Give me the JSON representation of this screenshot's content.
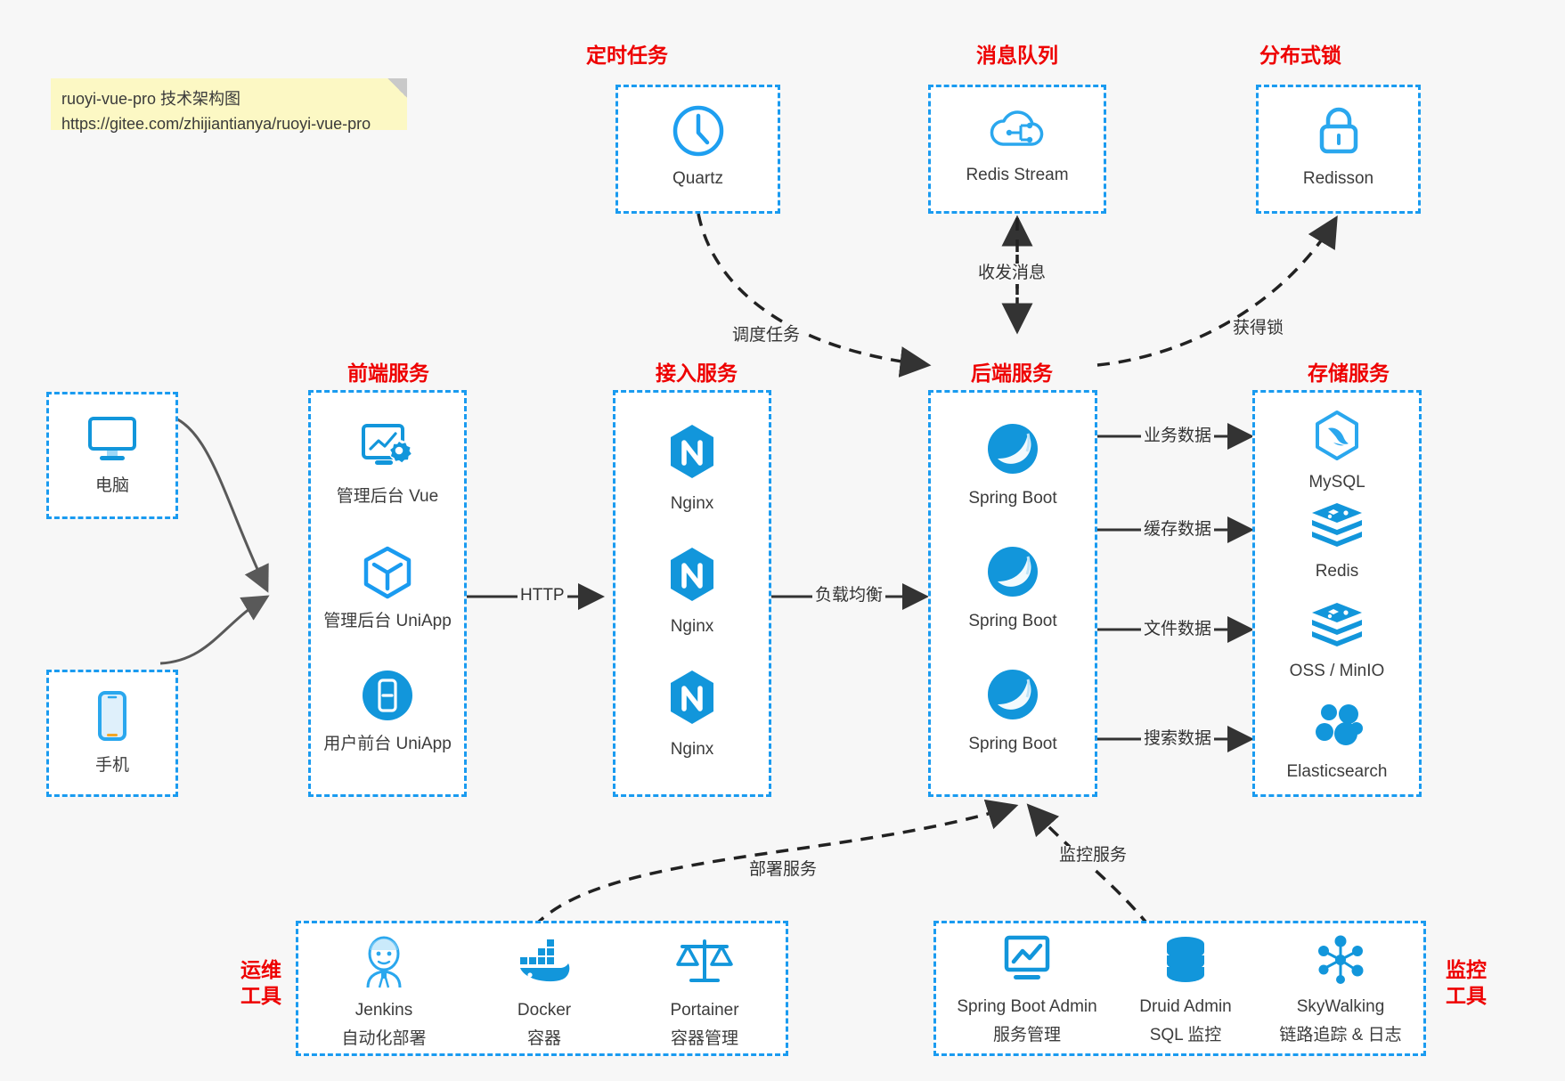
{
  "note": {
    "line1": "ruoyi-vue-pro 技术架构图",
    "line2": "https://gitee.com/zhijiantianya/ruoyi-vue-pro"
  },
  "colors": {
    "accent_blue": "#1a9bf0",
    "icon_blue": "#1296db",
    "title_red": "#ee0000",
    "background": "#f7f7f7",
    "arrow_dark": "#333333",
    "arrow_gray": "#595959"
  },
  "groups": {
    "scheduled_task": {
      "title": "定时任务"
    },
    "message_queue": {
      "title": "消息队列"
    },
    "distributed_lock": {
      "title": "分布式锁"
    },
    "frontend_service": {
      "title": "前端服务"
    },
    "gateway_service": {
      "title": "接入服务"
    },
    "backend_service": {
      "title": "后端服务"
    },
    "storage_service": {
      "title": "存储服务"
    },
    "devops_tools": {
      "title_line1": "运维",
      "title_line2": "工具"
    },
    "monitor_tools": {
      "title_line1": "监控",
      "title_line2": "工具"
    }
  },
  "clients": [
    {
      "label": "电脑",
      "icon": "desktop-monitor-icon"
    },
    {
      "label": "手机",
      "icon": "mobile-phone-icon"
    }
  ],
  "scheduled_task_nodes": [
    {
      "label": "Quartz",
      "icon": "clock-icon"
    }
  ],
  "message_queue_nodes": [
    {
      "label": "Redis Stream",
      "icon": "cloud-stream-icon"
    }
  ],
  "distributed_lock_nodes": [
    {
      "label": "Redisson",
      "icon": "padlock-icon"
    }
  ],
  "frontend_nodes": [
    {
      "label": "管理后台 Vue",
      "icon": "dashboard-gear-icon"
    },
    {
      "label": "管理后台 UniApp",
      "icon": "cube-icon"
    },
    {
      "label": "用户前台 UniApp",
      "icon": "mobile-app-icon"
    }
  ],
  "gateway_nodes": [
    {
      "label": "Nginx",
      "icon": "nginx-icon"
    },
    {
      "label": "Nginx",
      "icon": "nginx-icon"
    },
    {
      "label": "Nginx",
      "icon": "nginx-icon"
    }
  ],
  "backend_nodes": [
    {
      "label": "Spring Boot",
      "icon": "spring-boot-icon"
    },
    {
      "label": "Spring Boot",
      "icon": "spring-boot-icon"
    },
    {
      "label": "Spring Boot",
      "icon": "spring-boot-icon"
    }
  ],
  "storage_nodes": [
    {
      "label": "MySQL",
      "icon": "mysql-dolphin-icon"
    },
    {
      "label": "Redis",
      "icon": "redis-stack-icon"
    },
    {
      "label": "OSS / MinIO",
      "icon": "object-storage-icon"
    },
    {
      "label": "Elasticsearch",
      "icon": "elasticsearch-icon"
    }
  ],
  "devops_nodes": [
    {
      "name": "Jenkins",
      "desc": "自动化部署",
      "icon": "jenkins-butler-icon"
    },
    {
      "name": "Docker",
      "desc": "容器",
      "icon": "docker-whale-icon"
    },
    {
      "name": "Portainer",
      "desc": "容器管理",
      "icon": "scales-balance-icon"
    }
  ],
  "monitor_nodes": [
    {
      "name": "Spring Boot Admin",
      "desc": "服务管理",
      "icon": "monitor-chart-icon"
    },
    {
      "name": "Druid Admin",
      "desc": "SQL 监控",
      "icon": "database-cylinder-icon"
    },
    {
      "name": "SkyWalking",
      "desc": "链路追踪 & 日志",
      "icon": "network-nodes-icon"
    }
  ],
  "edges": {
    "http": "HTTP",
    "load_balance": "负载均衡",
    "schedule_task": "调度任务",
    "send_receive_message": "收发消息",
    "acquire_lock": "获得锁",
    "business_data": "业务数据",
    "cache_data": "缓存数据",
    "file_data": "文件数据",
    "search_data": "搜索数据",
    "deploy_service": "部署服务",
    "monitor_service": "监控服务"
  }
}
